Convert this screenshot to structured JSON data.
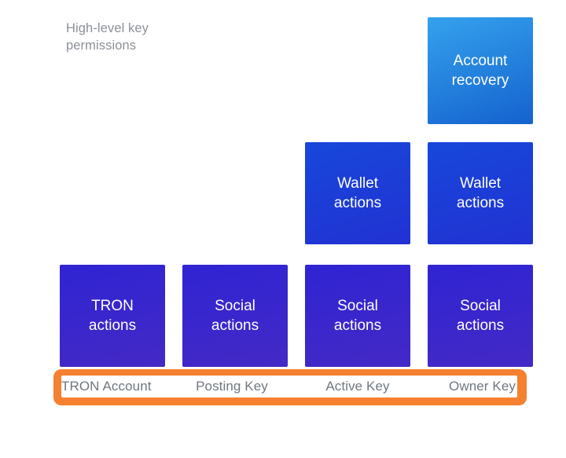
{
  "title": "High-level key permissions",
  "boxes": [
    {
      "id": "account-recovery",
      "label": "Account recovery",
      "gradient": {
        "angle": "160deg",
        "from": "#35A2ED",
        "to": "#1462CE"
      }
    },
    {
      "id": "wallet-actions-active",
      "label": "Wallet actions",
      "gradient": {
        "angle": "165deg",
        "from": "#1747DB",
        "to": "#2232D2"
      }
    },
    {
      "id": "wallet-actions-owner",
      "label": "Wallet actions",
      "gradient": {
        "angle": "165deg",
        "from": "#1747DB",
        "to": "#2232D2"
      }
    },
    {
      "id": "tron-actions",
      "label": "TRON actions",
      "gradient": {
        "angle": "170deg",
        "from": "#2F24D3",
        "to": "#4429C5"
      }
    },
    {
      "id": "social-actions-posting",
      "label": "Social actions",
      "gradient": {
        "angle": "170deg",
        "from": "#2F24D3",
        "to": "#4429C5"
      }
    },
    {
      "id": "social-actions-active",
      "label": "Social actions",
      "gradient": {
        "angle": "170deg",
        "from": "#2F24D3",
        "to": "#4429C5"
      }
    },
    {
      "id": "social-actions-owner",
      "label": "Social actions",
      "gradient": {
        "angle": "170deg",
        "from": "#2F24D3",
        "to": "#4429C5"
      }
    }
  ],
  "keys_bar": {
    "highlight_color": "#F5802F",
    "labels": [
      "TRON Account",
      "Posting Key",
      "Active Key",
      "Owner Key"
    ]
  },
  "colors": {
    "title_text": "#8A9198",
    "key_label_text": "#6E7780",
    "box_text": "#FFFFFF",
    "background": "#FFFFFF"
  }
}
